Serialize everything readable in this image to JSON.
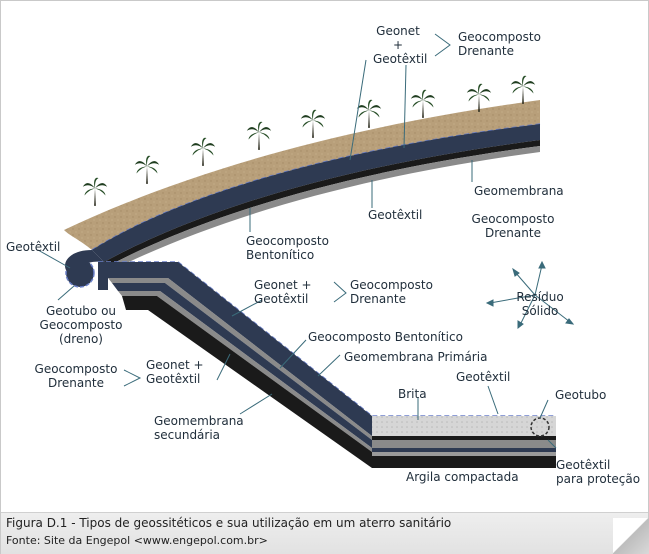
{
  "labels": {
    "geonet_geotextil_top": "Geonet\n+\nGeotêxtil",
    "geocomposto_drenante_top": "Geocomposto\nDrenante",
    "geomembrana": "Geomembrana",
    "geotextil_mid": "Geotêxtil",
    "geocomposto_drenante_right": "Geocomposto\nDrenante",
    "geocomposto_bentonitico_top": "Geocomposto\nBentonítico",
    "geotextil_left": "Geotêxtil",
    "residuo_solido": "Resíduo\nSólido",
    "geotubo_ou_geocomposto": "Geotubo ou\nGeocomposto\n(dreno)",
    "geonet_geotextil_mid": "Geonet +\nGeotêxtil",
    "geocomposto_drenante_mid": "Geocomposto\nDrenante",
    "geocomposto_bentonitico_mid": "Geocomposto Bentonítico",
    "geomembrana_primaria": "Geomembrana Primária",
    "geocomposto_drenante_left": "Geocomposto\nDrenante",
    "geonet_geotextil_left": "Geonet +\nGeotêxtil",
    "geotextil_bottom": "Geotêxtil",
    "brita": "Brita",
    "geotubo": "Geotubo",
    "geomembrana_secundaria": "Geomembrana\nsecundária",
    "geotextil_protecao": "Geotêxtil\npara proteção",
    "argila_compactada": "Argila compactada"
  },
  "caption": {
    "title": "Figura D.1 - Tipos de geossitéticos e sua utilização em um aterro sanitário",
    "source": "Fonte: Site da Engepol <www.engepol.com.br>"
  },
  "colors": {
    "soil": "#b89f7a",
    "dark_layer": "#2e3a52",
    "black_layer": "#1a1a1a",
    "gray_layer": "#8a8a8a",
    "dashed_line": "#6a7fc8",
    "gravel": "#d8d8d8",
    "leader": "#3a6b7a",
    "palm": "#1f3d1f"
  }
}
